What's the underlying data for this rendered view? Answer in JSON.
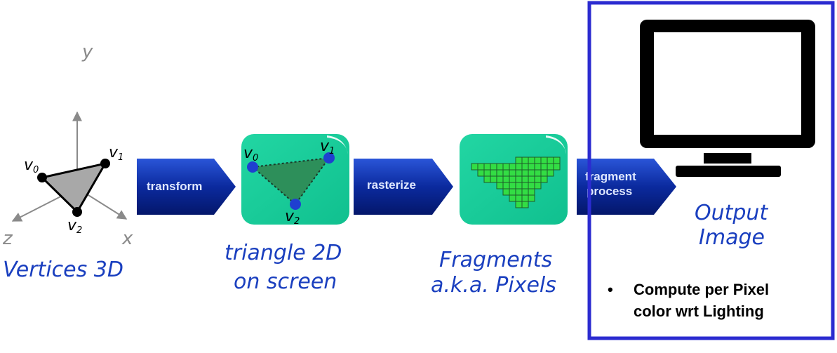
{
  "axes": {
    "y": "y",
    "z": "z",
    "x": "x"
  },
  "vertices": [
    {
      "letter": "v",
      "sub": "0"
    },
    {
      "letter": "v",
      "sub": "1"
    },
    {
      "letter": "v",
      "sub": "2"
    }
  ],
  "stages": {
    "vertices_caption": "Vertices 3D",
    "transform_label": "transform",
    "triangle_caption_line1": "triangle 2D",
    "triangle_caption_line2": "on screen",
    "rasterize_label": "rasterize",
    "fragments_caption_line1": "Fragments",
    "fragments_caption_line2": "a.k.a. Pixels",
    "fragment_process_line1": "fragment",
    "fragment_process_line2": "process",
    "output_caption_line1": "Output",
    "output_caption_line2": "Image"
  },
  "bullet": {
    "symbol": "•",
    "line1": "Compute per Pixel",
    "line2": "color wrt Lighting"
  },
  "colors": {
    "teal_panel": "#19cc99",
    "arrow_blue": "#0a2a9c",
    "caption_blue": "#1a3fbf",
    "frame_blue": "#2b2bd0",
    "vertex_dot": "#1f3fd0"
  }
}
